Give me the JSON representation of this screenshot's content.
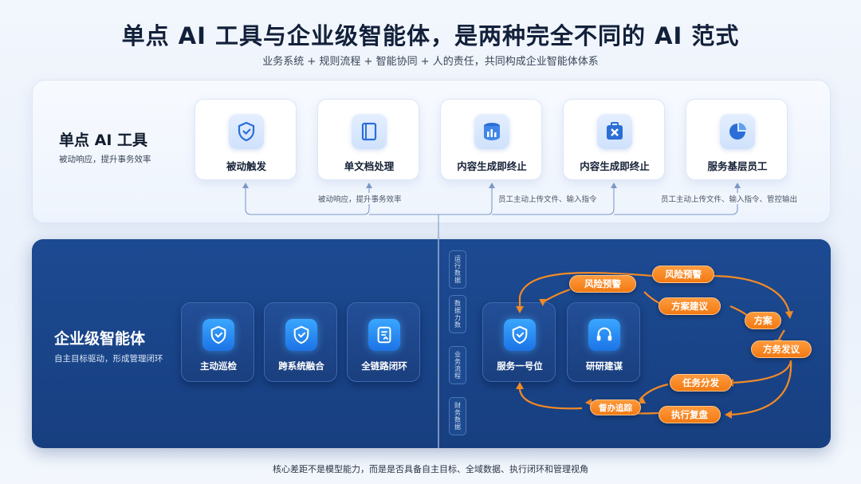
{
  "header": {
    "title": "单点 AI 工具与企业级智能体，是两种完全不同的 AI 范式",
    "subtitle": "业务系统 + 规则流程 + 智能协同 + 人的责任，共同构成企业智能体体系"
  },
  "single_tool": {
    "label": "单点 AI 工具",
    "description": "被动响应，提升事务效率",
    "cards": [
      {
        "label": "被动触发",
        "icon": "shield-check-icon"
      },
      {
        "label": "单文档处理",
        "icon": "document-icon"
      },
      {
        "label": "内容生成即终止",
        "icon": "database-icon"
      },
      {
        "label": "内容生成即终止",
        "icon": "close-box-icon"
      },
      {
        "label": "服务基层员工",
        "icon": "pie-chart-icon"
      }
    ],
    "notes": [
      "被动响应，提升事务效率",
      "员工主动上传文件、输入指令",
      "员工主动上传文件、输入指令、管控输出"
    ]
  },
  "enterprise_agent": {
    "label": "企业级智能体",
    "description": "自主目标驱动，形成管理闭环",
    "cards": [
      {
        "label": "主动巡检",
        "icon": "shield-check-icon"
      },
      {
        "label": "跨系统融合",
        "icon": "shield-check-icon"
      },
      {
        "label": "全链路闭环",
        "icon": "document-flow-icon"
      },
      {
        "label": "服务一号位",
        "icon": "shield-check-icon"
      },
      {
        "label": "研研建谋",
        "icon": "headset-icon"
      }
    ],
    "tags": [
      "运行数据",
      "数据力数",
      "业务流程",
      "财务数据"
    ],
    "loop": {
      "risk_alert_left": "风险预警",
      "risk_alert_top": "风险预警",
      "plan_suggest": "方案建议",
      "plan": "方案",
      "plan_release": "方务发议",
      "task_dispatch": "任务分发",
      "supervise_track": "督办追踪",
      "execute_review": "执行复盘"
    }
  },
  "footer": "核心差距不是模型能力，而是是否具备自主目标、全域数据、执行闭环和管理视角",
  "colors": {
    "accent_blue": "#1c73e6",
    "panel_dark": "#1c4a92",
    "accent_orange": "#f27a12"
  }
}
